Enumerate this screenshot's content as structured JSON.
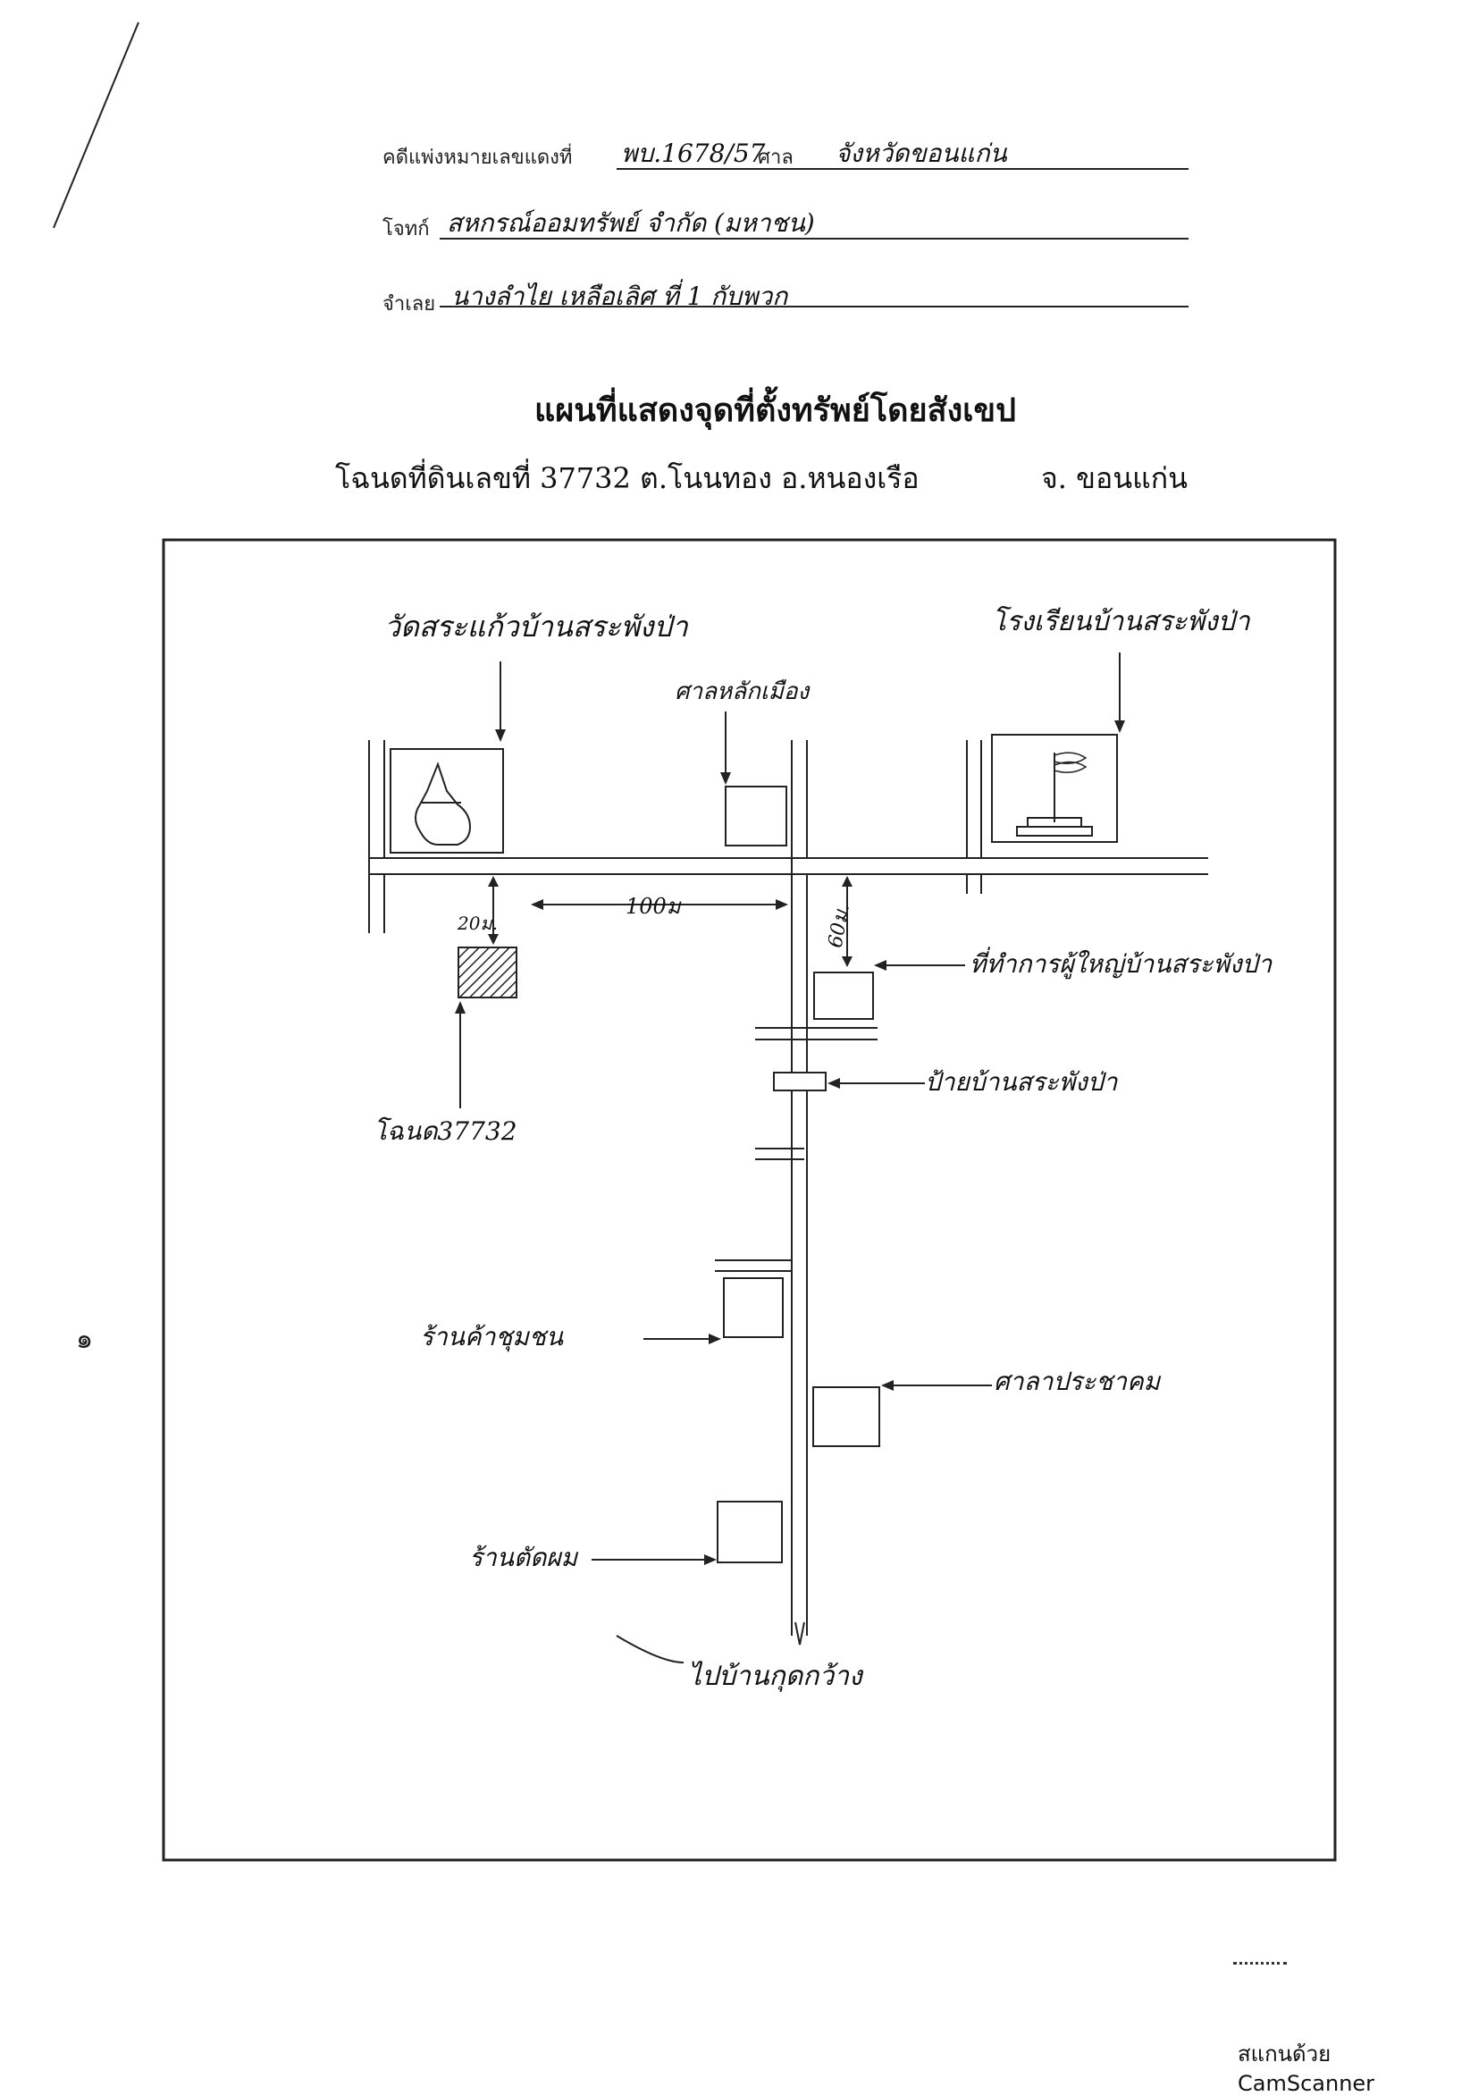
{
  "header": {
    "case_label": "คดีแพ่งหมายเลขแดงที่",
    "case_number": "พบ.1678/57",
    "court_label": "ศาล",
    "court_name": "จังหวัดขอนแก่น",
    "plaintiff_label": "โจทก์",
    "plaintiff_name": "สหกรณ์ออมทรัพย์ จำกัด (มหาชน)",
    "defendant_label": "จำเลย",
    "defendant_name": "นางลำไย เหลือเลิศ ที่ 1 กับพวก"
  },
  "map": {
    "title": "แผนที่แสดงจุดที่ตั้งทรัพย์โดยสังเขป",
    "deed_info": "โฉนดที่ดินเลขที่ 37732 ต.โนนทอง อ.หนองเรือ",
    "province": "จ. ขอนแก่น",
    "labels": {
      "temple": "วัดสระแก้วบ้านสระพังป่า",
      "school": "โรงเรียนบ้านสระพังป่า",
      "shrine": "ศาลหลักเมือง",
      "village_office": "ที่ทำการผู้ใหญ่บ้านสระพังป่า",
      "village_sign": "ป้ายบ้านสระพังป่า",
      "deed": "โฉนด37732",
      "shop": "ร้านค้าชุมชน",
      "pavilion": "ศาลาประชาคม",
      "salon": "ร้านตัดผม",
      "to_village": "ไปบ้านกุดกว้าง",
      "dist_100": "100ม",
      "dist_20": "20ม.",
      "dist_60": "60ม."
    }
  },
  "footer": {
    "scanner": "สแกนด้วย CamScanner",
    "page_mark": "๑"
  }
}
